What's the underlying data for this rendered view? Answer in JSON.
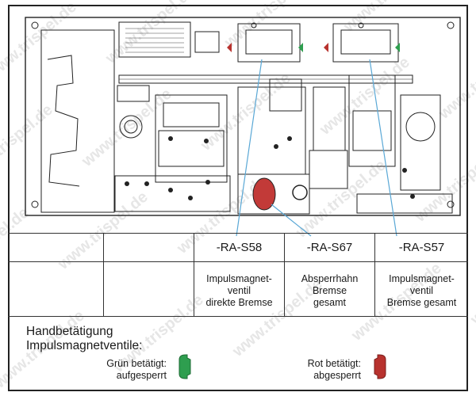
{
  "watermark": "www.trispel.de",
  "components": [
    {
      "id": "-RA-S58",
      "description": [
        "Impulsmagnet-",
        "ventil",
        "direkte Bremse"
      ]
    },
    {
      "id": "-RA-S67",
      "description": [
        "Absperrhahn",
        "Bremse",
        "gesamt"
      ]
    },
    {
      "id": "-RA-S57",
      "description": [
        "Impulsmagnet-",
        "ventil",
        "Bremse gesamt"
      ]
    }
  ],
  "legend": {
    "title_line1": "Handbetätigung",
    "title_line2": "Impulsmagnetventile:",
    "green": {
      "line1": "Grün betätigt:",
      "line2": "aufgesperrt",
      "color": "#2e9e4f"
    },
    "red": {
      "line1": "Rot betätigt:",
      "line2": "abgesperrt",
      "color": "#b8322e"
    }
  }
}
